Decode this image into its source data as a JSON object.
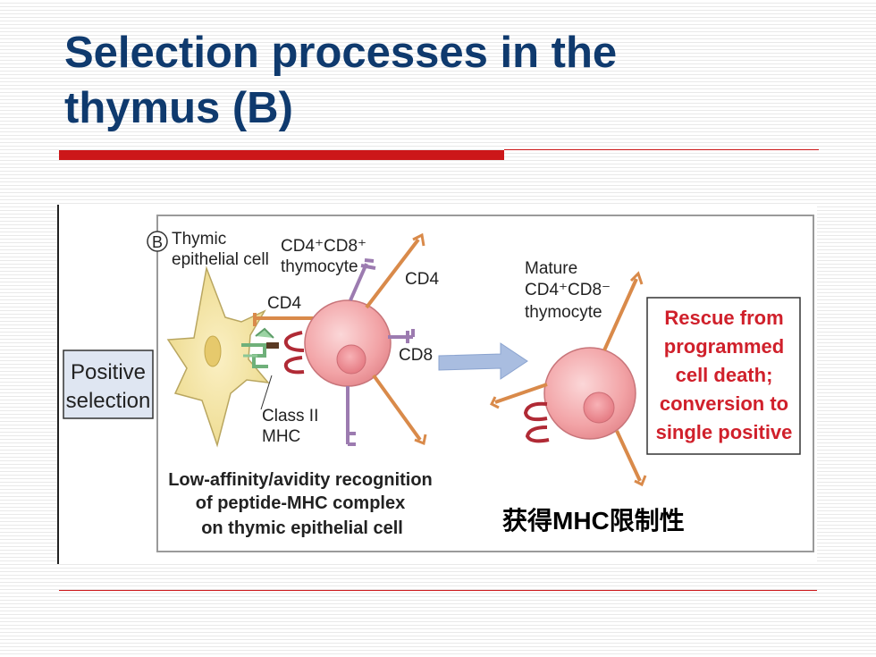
{
  "slide": {
    "title_line1": "Selection processes in the",
    "title_line2": "thymus (B)"
  },
  "figure": {
    "panel_letter": "B",
    "thymic_cell_line1": "Thymic",
    "thymic_cell_line2": "epithelial cell",
    "thymocyte_line1": "CD4⁺CD8⁺",
    "thymocyte_line2": "thymocyte",
    "cd4_label_left": "CD4",
    "cd4_label_right": "CD4",
    "cd8_label": "CD8",
    "mhc_line1": "Class II",
    "mhc_line2": "MHC",
    "positive_selection_line1": "Positive",
    "positive_selection_line2": "selection",
    "recognition_line1": "Low-affinity/avidity recognition",
    "recognition_line2": "of peptide-MHC complex",
    "recognition_line3": "on thymic epithelial cell",
    "mature_line1": "Mature",
    "mature_line2": "CD4⁺CD8⁻",
    "mature_line3": "thymocyte",
    "rescue_line1": "Rescue from",
    "rescue_line2": "programmed",
    "rescue_line3": "cell death;",
    "rescue_line4": "conversion to",
    "rescue_line5": "single positive",
    "chinese_note": "获得MHC限制性"
  },
  "colors": {
    "title": "#0f3a6e",
    "accent_red": "#cc1719",
    "rescue_text": "#d0202b",
    "cell_pink": "#f2a3a6",
    "epithelial_yellow": "#f3e3a0",
    "receptor_orange": "#d98a4a",
    "cd8_purple": "#9c7bb0",
    "arrow_blue": "#9fb6dc"
  }
}
